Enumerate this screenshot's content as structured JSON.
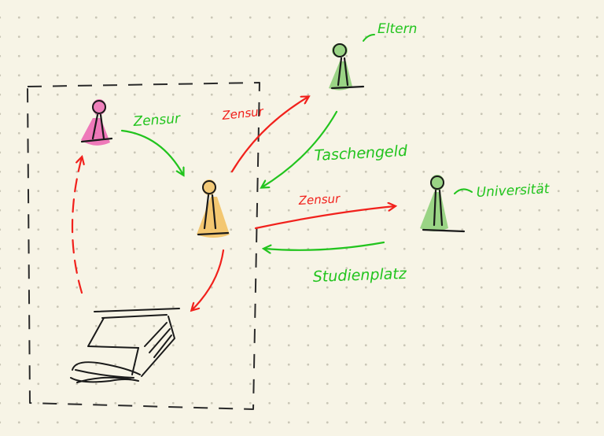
{
  "colors": {
    "green": "#22c41e",
    "red": "#f1211c",
    "ink": "#1a1a1a",
    "pink": "#ec63b0",
    "orange": "#f2c264",
    "light_green": "#8fd07a",
    "dash": "#2a2a2a"
  },
  "people": {
    "parents": {
      "label": "Eltern",
      "icon": "person-icon",
      "color": "light_green"
    },
    "university": {
      "label": "Universität",
      "icon": "person-icon",
      "color": "light_green"
    },
    "reader": {
      "icon": "person-icon",
      "color": "pink"
    },
    "student": {
      "icon": "person-icon",
      "color": "orange"
    }
  },
  "arrows": {
    "reader_to_student": {
      "label": "Zensur",
      "color": "green"
    },
    "student_to_parents": {
      "label": "Zensur",
      "color": "red"
    },
    "parents_to_student": {
      "label": "Taschengeld",
      "color": "green"
    },
    "student_to_university": {
      "label": "Zensur",
      "color": "red"
    },
    "university_to_student": {
      "label": "Studienplatz",
      "color": "green"
    },
    "student_to_book": {
      "color": "red"
    },
    "book_to_reader": {
      "color": "red"
    }
  },
  "book": {
    "icon": "book-icon"
  }
}
